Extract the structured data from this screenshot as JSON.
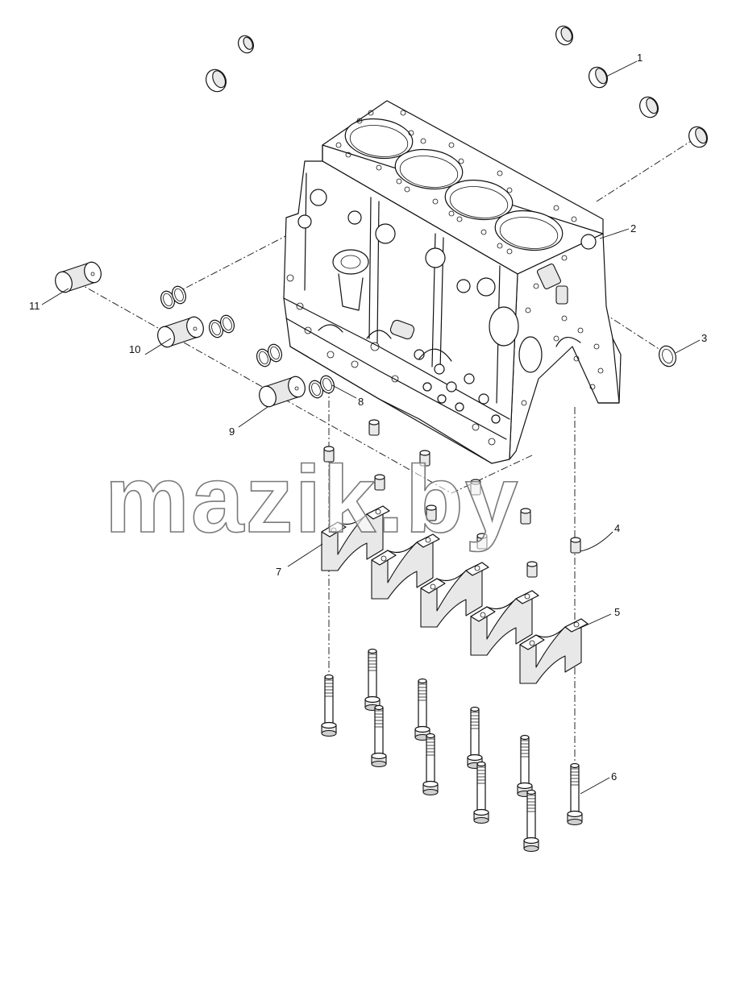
{
  "diagram": {
    "callouts": [
      "1",
      "2",
      "3",
      "4",
      "5",
      "6",
      "7",
      "8",
      "9",
      "10",
      "11"
    ],
    "watermark": "mazik.by"
  }
}
